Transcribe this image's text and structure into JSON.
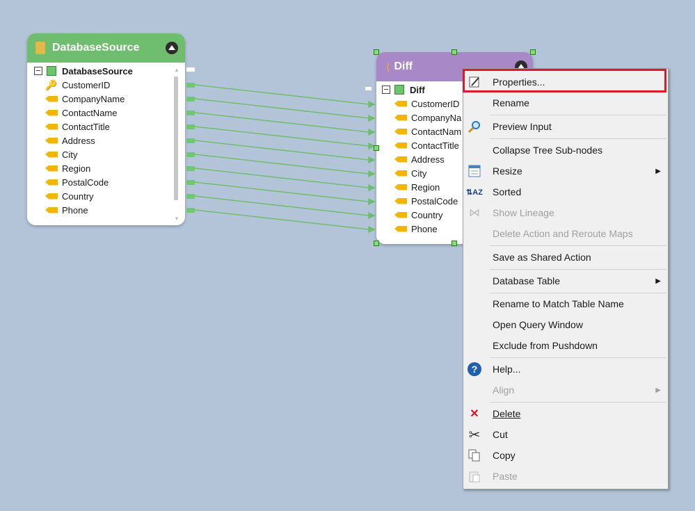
{
  "source_node": {
    "title": "DatabaseSource",
    "root_label": "DatabaseSource",
    "fields": [
      "CustomerID",
      "CompanyName",
      "ContactName",
      "ContactTitle",
      "Address",
      "City",
      "Region",
      "PostalCode",
      "Country",
      "Phone"
    ],
    "header_color": "#6fbd6f"
  },
  "diff_node": {
    "title": "Diff",
    "root_label": "Diff",
    "fields": [
      "CustomerID",
      "CompanyNa",
      "ContactNam",
      "ContactTitle",
      "Address",
      "City",
      "Region",
      "PostalCode",
      "Country",
      "Phone"
    ],
    "header_color": "#a988c8"
  },
  "context_menu": {
    "items": [
      {
        "label": "Properties...",
        "icon": "properties-icon",
        "enabled": true
      },
      {
        "label": "Rename",
        "enabled": true
      },
      {
        "label": "Preview Input",
        "icon": "preview-icon",
        "enabled": true
      },
      {
        "label": "Collapse Tree Sub-nodes",
        "enabled": true
      },
      {
        "label": "Resize",
        "icon": "resize-icon",
        "enabled": true,
        "submenu": true
      },
      {
        "label": "Sorted",
        "icon": "sort-icon",
        "enabled": true
      },
      {
        "label": "Show Lineage",
        "icon": "lineage-icon",
        "enabled": false
      },
      {
        "label": "Delete Action and Reroute Maps",
        "enabled": false
      },
      {
        "label": "Save as Shared Action",
        "enabled": true
      },
      {
        "label": "Database Table",
        "enabled": true,
        "submenu": true
      },
      {
        "label": "Rename to Match Table Name",
        "enabled": true
      },
      {
        "label": "Open Query Window",
        "enabled": true
      },
      {
        "label": "Exclude from Pushdown",
        "enabled": true
      },
      {
        "label": "Help...",
        "icon": "help-icon",
        "enabled": true
      },
      {
        "label": "Align",
        "enabled": false,
        "submenu": true
      },
      {
        "label": "Delete",
        "icon": "delete-icon",
        "enabled": true
      },
      {
        "label": "Cut",
        "icon": "cut-icon",
        "enabled": true
      },
      {
        "label": "Copy",
        "icon": "copy-icon",
        "enabled": true
      },
      {
        "label": "Paste",
        "icon": "paste-icon",
        "enabled": false
      }
    ]
  },
  "colors": {
    "accent_highlight": "#e0192a",
    "map_line": "#6fbd6f"
  }
}
